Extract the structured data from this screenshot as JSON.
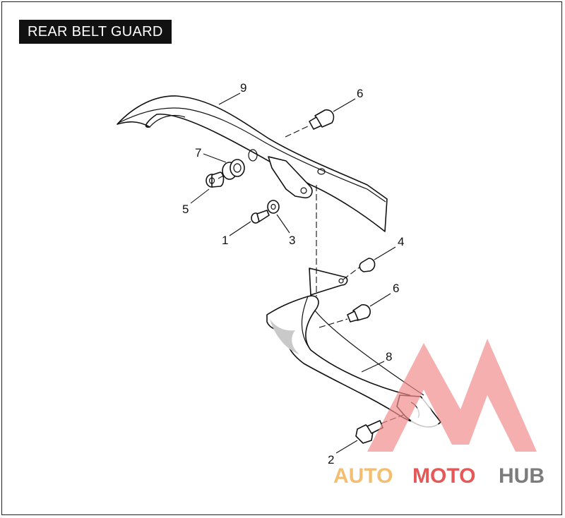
{
  "title": "REAR BELT GUARD",
  "callouts": {
    "c1": "1",
    "c2": "2",
    "c3": "3",
    "c4": "4",
    "c5": "5",
    "c6a": "6",
    "c6b": "6",
    "c7": "7",
    "c8": "8",
    "c9": "9"
  },
  "watermark": {
    "part1": "AUTO",
    "part2": "MOTO",
    "part3": "HUB",
    "colors": {
      "red": "#e23a3a",
      "orange": "#f2b35a",
      "pink": "#f08a8a",
      "gray": "#666666"
    }
  }
}
